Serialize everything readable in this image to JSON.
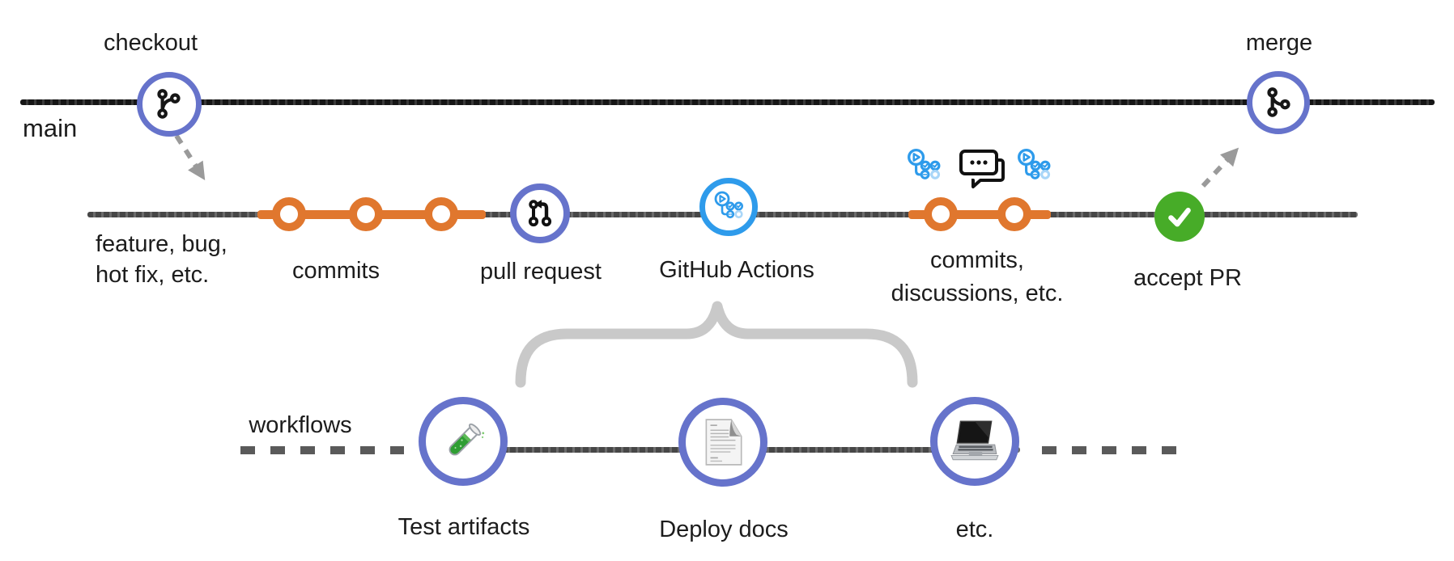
{
  "title": "GitHub flow with GitHub Actions workflows diagram",
  "colors": {
    "purple": "#6673CB",
    "orange": "#E0772E",
    "blue": "#2E9BEB",
    "blue_light": "#A9D6F8",
    "green": "#47AC28",
    "ink": "#1C1C1C",
    "gray_line": "#4A4A4A",
    "brace_gray": "#C9C9C9",
    "arrow_gray": "#9A9A9A",
    "dash_gray": "#5A5A5A"
  },
  "main_branch": {
    "label": "main",
    "checkout_label": "checkout",
    "merge_label": "merge"
  },
  "feature_branch": {
    "caption_line1": "feature, bug,",
    "caption_line2": "hot fix, etc.",
    "commits_label": "commits",
    "pull_request_label": "pull request",
    "actions_label": "GitHub Actions",
    "commits2_line1": "commits,",
    "commits2_line2": "discussions, etc.",
    "accept_label": "accept PR"
  },
  "workflows": {
    "label": "workflows",
    "nodes": [
      {
        "label": "Test artifacts",
        "icon": "test-tube-icon"
      },
      {
        "label": "Deploy docs",
        "icon": "document-icon"
      },
      {
        "label": "etc.",
        "icon": "laptop-icon"
      }
    ]
  }
}
